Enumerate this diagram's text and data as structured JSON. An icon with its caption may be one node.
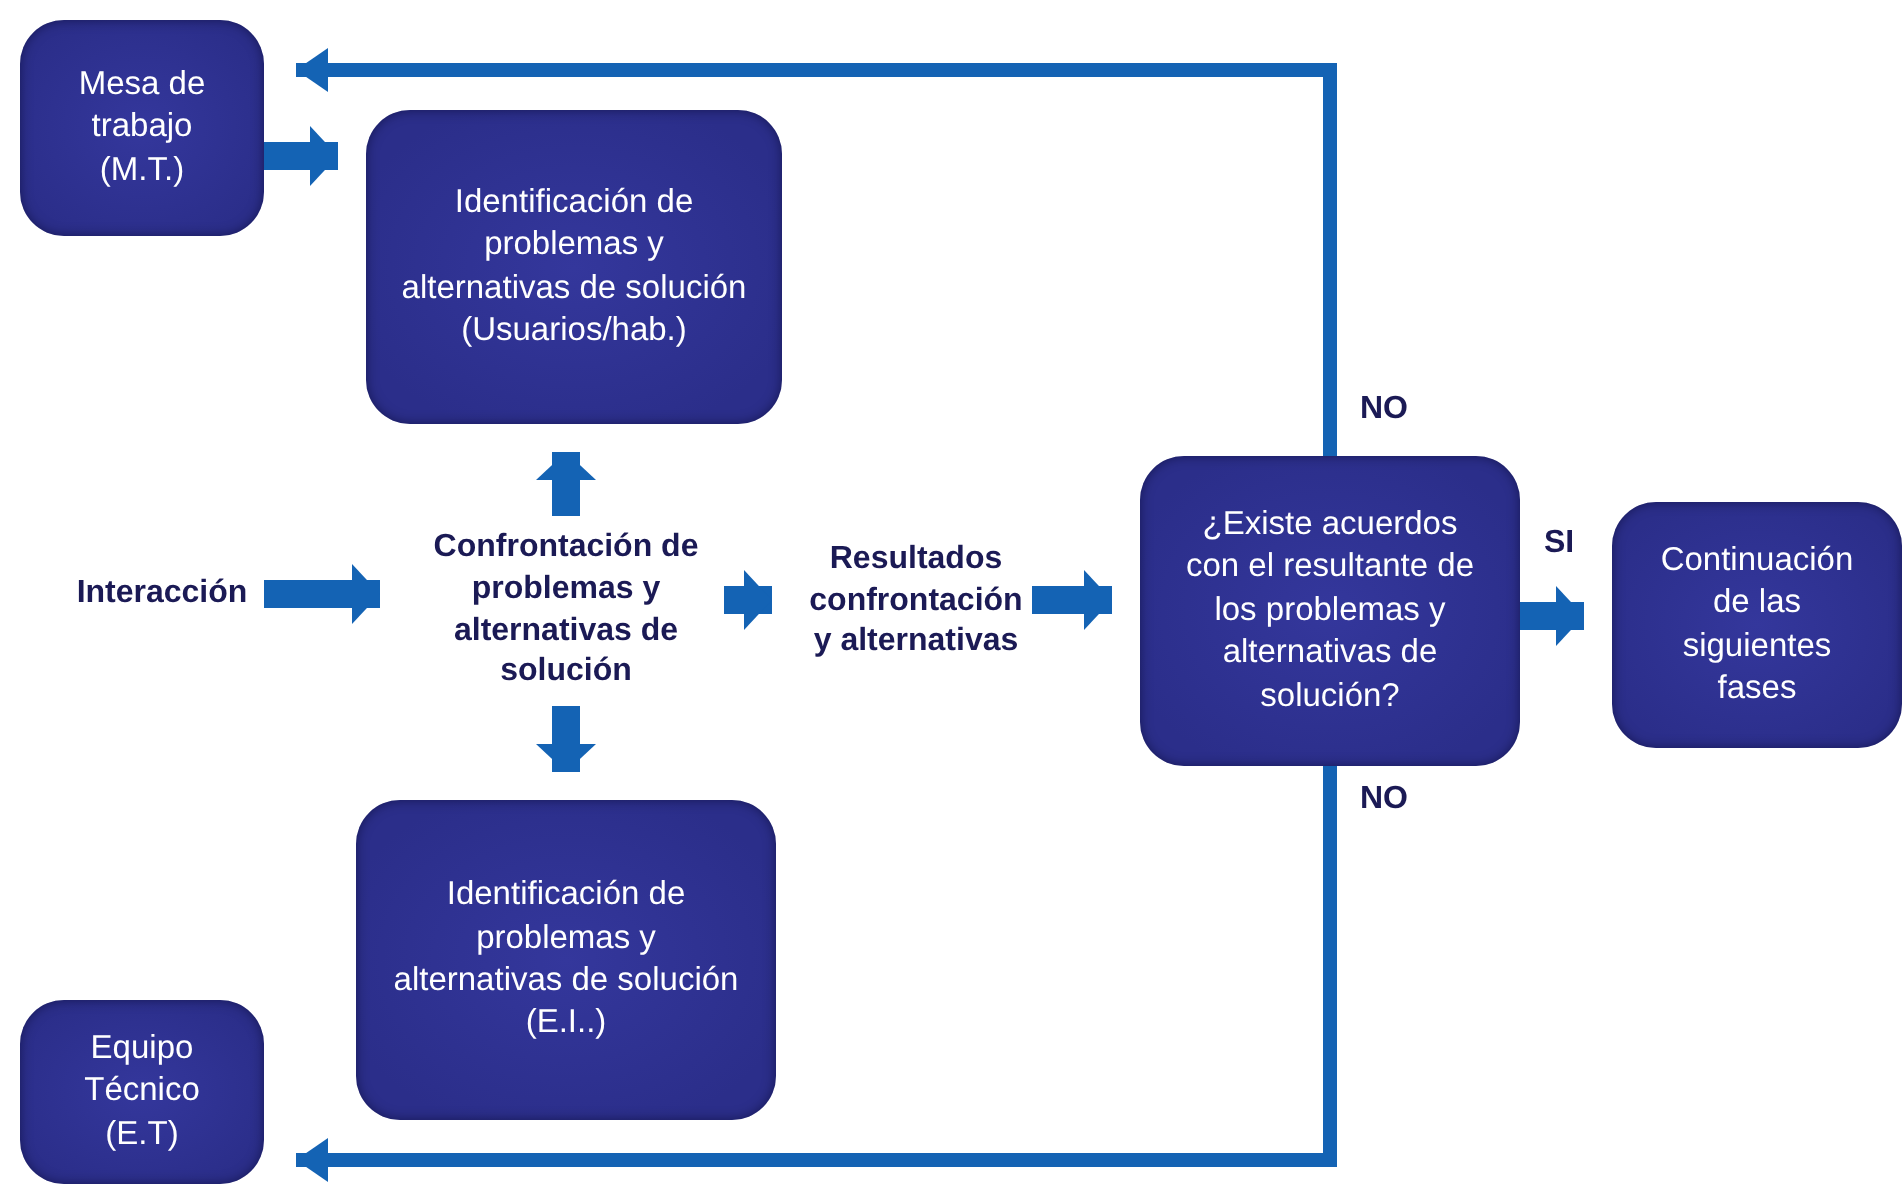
{
  "diagram": {
    "nodes": [
      {
        "text": [
          "Mesa de trabajo (M.T.)"
        ]
      },
      {
        "text": [
          "Identificación de problemas y alternativas de solución (Usuarios/hab.)"
        ]
      },
      {
        "text": [
          "Interacción"
        ]
      },
      {
        "text": [
          "Confrontación de problemas y alternativas de solución"
        ]
      },
      {
        "text": [
          "Resultados confrontación y alternativas"
        ]
      },
      {
        "text": [
          "¿Existe acuerdos con el resultante de los problemas y alternativas de solución?"
        ]
      },
      {
        "text": [
          "Continuación de las siguientes fases"
        ]
      },
      {
        "text": [
          "Identificación de problemas y alternativas de solución (E.I..)"
        ]
      },
      {
        "text": [
          "Equipo Técnico (E.T)"
        ]
      }
    ],
    "edges": [
      {
        "from": 0,
        "to": 1,
        "arrow": "to"
      },
      {
        "from": 3,
        "to": 1,
        "arrow": "to"
      },
      {
        "from": 2,
        "to": 3,
        "arrow": "to"
      },
      {
        "from": 3,
        "to": 7,
        "arrow": "to"
      },
      {
        "from": 3,
        "to": 4,
        "arrow": "to"
      },
      {
        "from": 4,
        "to": 5,
        "arrow": "to"
      },
      {
        "from": 5,
        "to": 6,
        "arrow": "to",
        "label": "SI"
      },
      {
        "from": 5,
        "to": 0,
        "arrow": "to",
        "label": "NO"
      },
      {
        "from": 5,
        "to": 8,
        "arrow": "to",
        "label": "NO"
      }
    ]
  }
}
